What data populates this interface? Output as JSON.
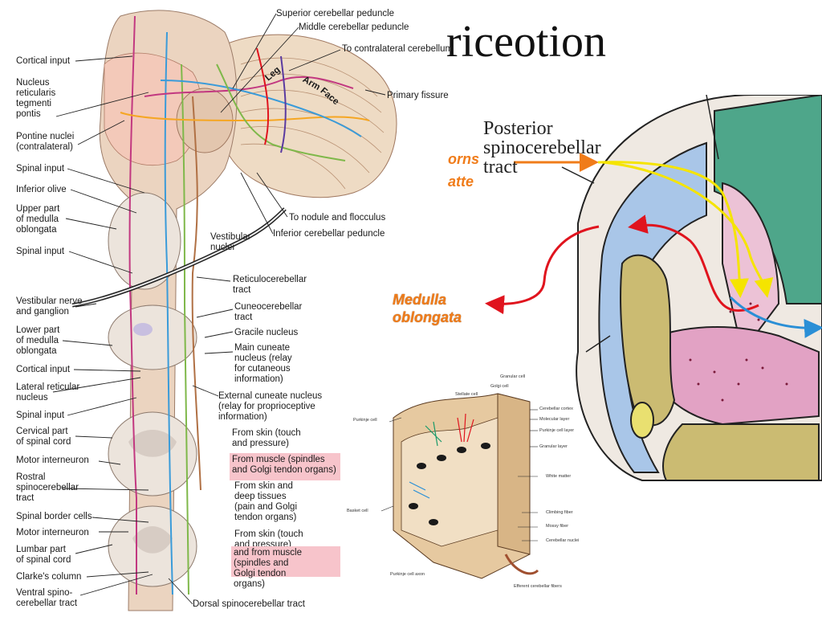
{
  "title": "riceotion",
  "left_labels": [
    "Cortical input",
    "Nucleus\nreticularis\ntegmenti\npontis",
    "Pontine nuclei\n(contralateral)",
    "Spinal input",
    "Inferior olive",
    "Upper part\nof medulla\noblongata",
    "Spinal input",
    "Vestibular nerve\nand ganglion",
    "Lower part\nof medulla\noblongata",
    "Cortical input",
    "Lateral reticular\nnucleus",
    "Spinal input",
    "Cervical part\nof spinal cord",
    "Motor interneuron",
    "Rostral\nspinocerebellar\ntract",
    "Spinal border cells",
    "Motor interneuron",
    "Lumbar part\nof spinal cord",
    "Clarke's column",
    "Ventral spino-\ncerebellar tract"
  ],
  "top_labels": {
    "superior_peduncle": "Superior cerebellar peduncle",
    "middle_peduncle": "Middle cerebellar peduncle",
    "contralateral": "To contralateral cerebellum",
    "primary_fissure": "Primary fissure",
    "nodule": "To nodule and flocculus",
    "inferior_peduncle": "Inferior cerebellar peduncle",
    "vestibular_nuclei": "Vestibular\nnuclei",
    "leg": "Leg",
    "arm": "Arm",
    "face": "Face"
  },
  "right_labels": [
    "Reticulocerebellar\ntract",
    "Cuneocerebellar\ntract",
    "Gracile nucleus",
    "Main cuneate\nnucleus (relay\nfor cutaneous\ninformation)",
    "External cuneate nucleus\n(relay for proprioceptive\ninformation)",
    "From skin (touch\nand pressure)",
    "From muscle (spindles\nand Golgi tendon organs)",
    "From skin and\ndeep tissues\n(pain and Golgi\ntendon organs)",
    "From skin (touch\nand pressure)",
    "and from muscle\n(spindles and\nGolgi tendon\norgans)",
    "Dorsal spinocerebellar tract"
  ],
  "section_labels": {
    "posterior": "Posterior\nspinocerebellar\ntract",
    "medulla": "Medulla\noblongata",
    "orange_partial": "orns\natte"
  },
  "cortex_labels": [
    "Granular cell",
    "Golgi cell",
    "Stellate cell",
    "Cerebellar cortex",
    "Molecular layer",
    "Purkinje cell layer",
    "Granular layer",
    "Purkinje cell",
    "White matter",
    "Basket cell",
    "Climbing fiber",
    "Mossy fiber",
    "Cerebellar nuclei",
    "Purkinje cell axon",
    "Efferent cerebellar fibers"
  ],
  "colors": {
    "yellow_arrow": "#f5e400",
    "red_arrow": "#e0141e",
    "orange_text": "#f07c1a",
    "pink_highlight": "#f7c4cb"
  }
}
